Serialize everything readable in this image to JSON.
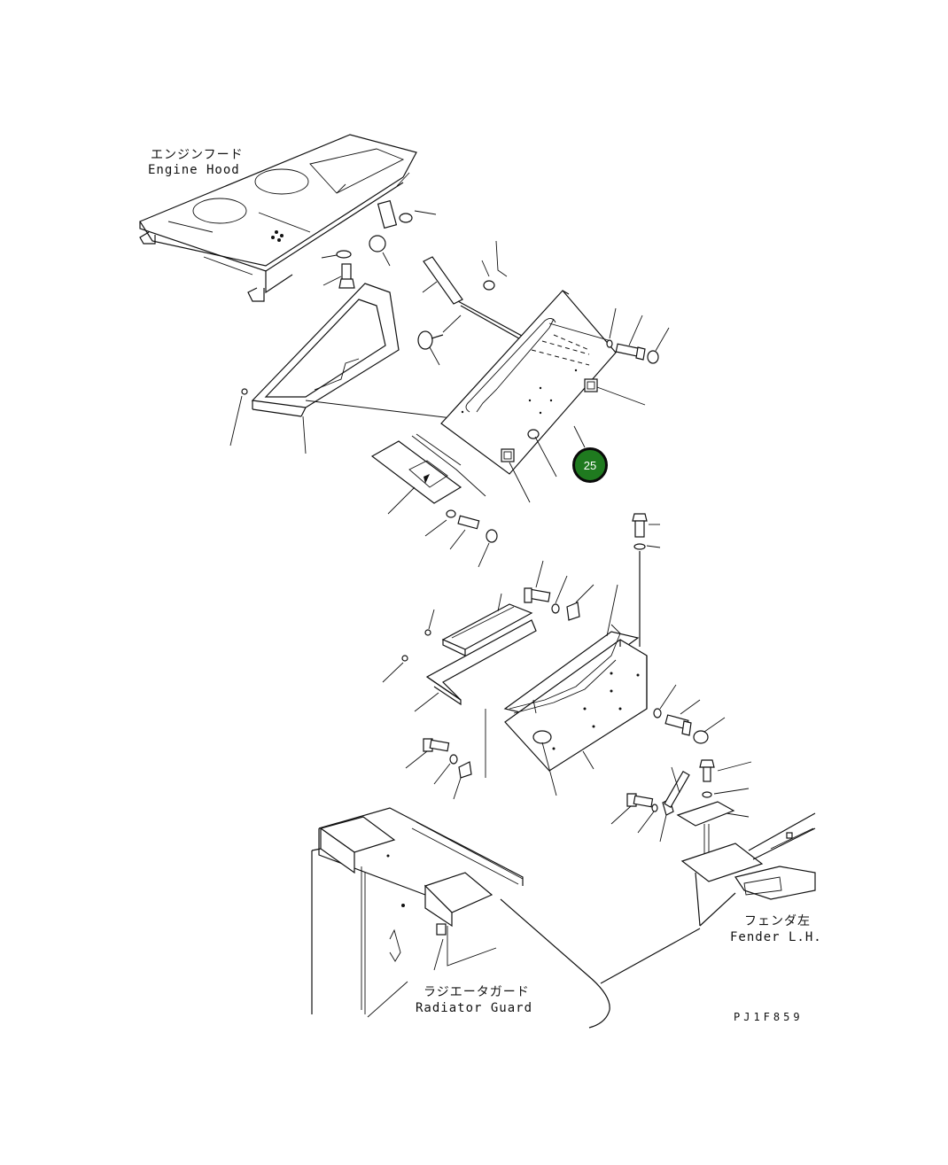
{
  "labels": {
    "engine_hood_jp": "エンジンフード",
    "engine_hood_en": "Engine Hood",
    "radiator_guard_jp": "ラジエータガード",
    "radiator_guard_en": "Radiator Guard",
    "fender_jp": "フェンダ左",
    "fender_en": "Fender L.H.",
    "drawing_code": "PJ1F859"
  },
  "callout": {
    "number": "25",
    "color": "#1f7a1f"
  }
}
